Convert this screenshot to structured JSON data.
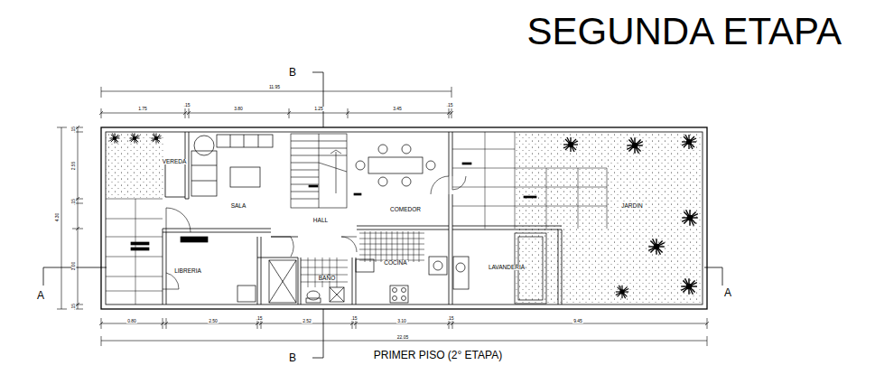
{
  "diagram": {
    "title": "SEGUNDA ETAPA",
    "caption": "PRIMER PISO (2° ETAPA)",
    "labels": [
      "B",
      "A",
      "A",
      "B",
      "VEREDA",
      "SALA",
      "HALL",
      "COMEDOR",
      "LIBRERIA",
      "BAÑO",
      "COCINA",
      "LAVANDERIA",
      "JARDIN",
      "11.95",
      "1.75",
      ".15",
      "3.80",
      "1.25",
      "3.45",
      ".15",
      "0.80",
      "2.50",
      ".15",
      "2.52",
      ".15",
      "3.10",
      ".15",
      "9.45",
      "22.05",
      "4.30",
      ".15",
      "2.55",
      ".15",
      "3.00",
      ".15"
    ]
  }
}
